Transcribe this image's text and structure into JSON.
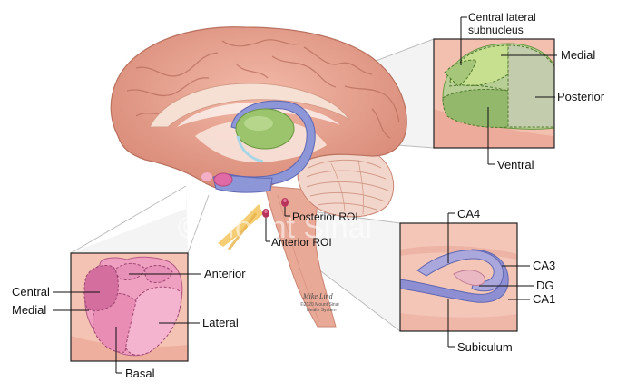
{
  "brain": {
    "watermark": "© Mount Sinai",
    "credit_line1": "©2020 Mount Sinai",
    "credit_line2": "Health System",
    "signature": "Mike Lind"
  },
  "roi": {
    "posterior": "Posterior ROI",
    "anterior": "Anterior ROI"
  },
  "thalamus": {
    "central_lateral_line1": "Central lateral",
    "central_lateral_line2": "subnucleus",
    "medial": "Medial",
    "posterior": "Posterior",
    "ventral": "Ventral"
  },
  "hippocampus": {
    "ca4": "CA4",
    "ca3": "CA3",
    "dg": "DG",
    "ca1": "CA1",
    "subiculum": "Subiculum"
  },
  "amygdala": {
    "anterior": "Anterior",
    "central": "Central",
    "medial": "Medial",
    "lateral": "Lateral",
    "basal": "Basal"
  },
  "colors": {
    "cortex": "#e8a08f",
    "thalamus": "#9bc46d",
    "hippocampus": "#8d96d6",
    "amygdala": "#e58ab7",
    "cerebellum": "#f1cfc2"
  }
}
